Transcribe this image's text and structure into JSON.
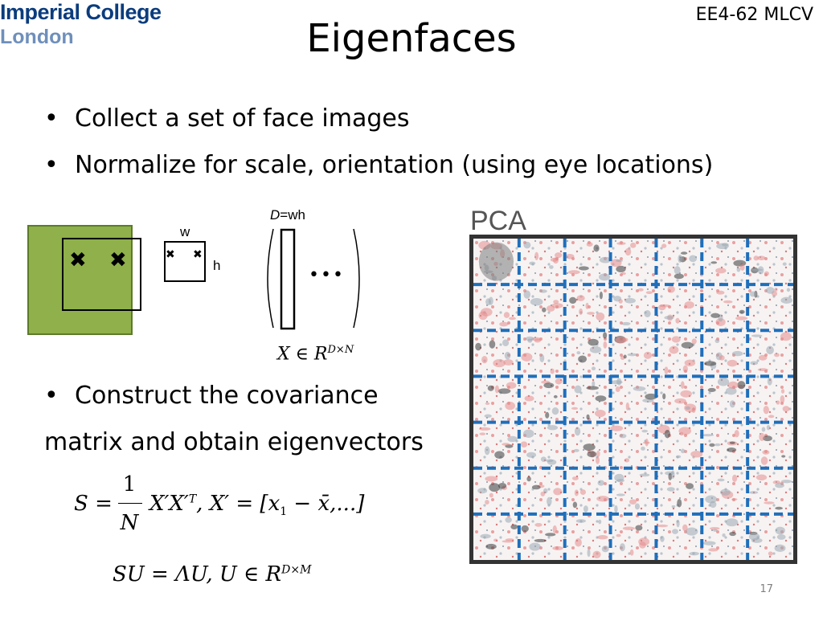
{
  "logo": {
    "line1": "Imperial College",
    "line2": "London"
  },
  "course_code": "EE4-62 MLCV",
  "slide_title": "Eigenfaces",
  "bullets": [
    "Collect a set of face images",
    "Normalize for scale, orientation (using eye locations)",
    "Construct the covariance"
  ],
  "bullet_continuation": "matrix and obtain eigenvectors",
  "bullet_symbol": "•",
  "diagram": {
    "cross_symbol": "✖",
    "w_label": "w",
    "h_label": "h",
    "D_label_italic": "D",
    "D_label_rest": "=wh",
    "ellipsis": "•••",
    "X_in": "X ∈ R",
    "X_sup": "D×N"
  },
  "pca_label": "PCA",
  "equations": {
    "eq1_lhs": "S =",
    "eq1_num": "1",
    "eq1_den": "N",
    "eq1_rhs": "X′X′",
    "eq1_T": "T",
    "eq1_def": ", X′ = [x",
    "eq1_sub": "1",
    "eq1_tail": " − x̄,...]",
    "eq2": "SU = ΛU,   U ∈ R",
    "eq2_sup": "D×M"
  },
  "page_number": "17",
  "colors": {
    "logo_dark": "#0b3c7d",
    "logo_light": "#6f8fbb",
    "green": "#8fb04a",
    "grid_dash": "#1f6fba"
  }
}
